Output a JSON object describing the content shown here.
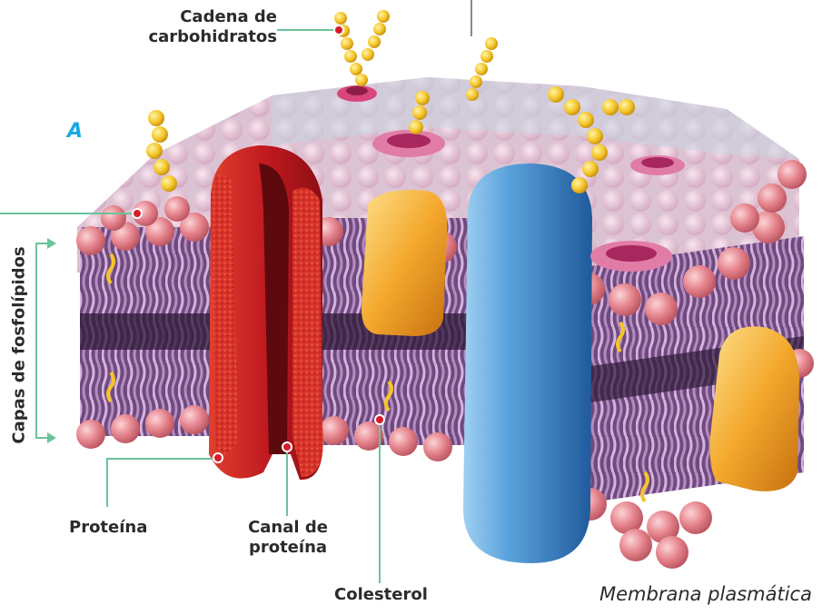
{
  "figure": {
    "marker_letter": "A",
    "caption": "Membrana plasmática"
  },
  "labels": {
    "carbohydrate_chain_line1": "Cadena de",
    "carbohydrate_chain_line2": "carbohidratos",
    "phospholipid_layers": "Capas de fosfolípidos",
    "protein": "Proteína",
    "protein_channel_line1": "Canal de",
    "protein_channel_line2": "proteína",
    "cholesterol": "Colesterol"
  },
  "colors": {
    "membrane_lipid": "#9b6ea8",
    "phospholipid_head": "#e5838c",
    "protein_channel": "#c8282a",
    "transport_protein": "#4a90cc",
    "globular_protein": "#f0a830",
    "carbohydrate": "#f5c52a",
    "leader_line": "#6cc39a",
    "label_dot": "#d81b29"
  }
}
